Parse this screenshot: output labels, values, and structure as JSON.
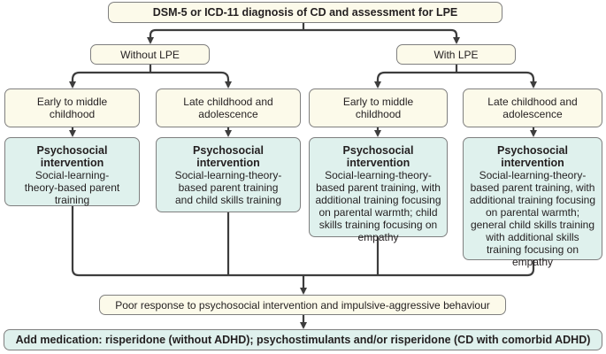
{
  "diagnosis": "DSM-5 or ICD-11 diagnosis of CD and assessment for LPE",
  "branches": [
    {
      "label": "Without LPE",
      "groups": [
        {
          "age": "Early to middle childhood",
          "heading": "Psychosocial intervention",
          "body": "Social-learning-theory-based parent training"
        },
        {
          "age": "Late childhood and adolescence",
          "heading": "Psychosocial intervention",
          "body": "Social-learning-theory-based parent training and child skills training"
        }
      ]
    },
    {
      "label": "With LPE",
      "groups": [
        {
          "age": "Early to middle childhood",
          "heading": "Psychosocial intervention",
          "body": "Social-learning-theory-based parent training, with additional training focusing on parental warmth; child skills training focusing on empathy"
        },
        {
          "age": "Late childhood and adolescence",
          "heading": "Psychosocial intervention",
          "body": "Social-learning-theory-based parent training, with additional training focusing on parental warmth; general child skills training with additional skills training focusing on empathy"
        }
      ]
    }
  ],
  "poor_response": "Poor response to psychosocial intervention and impulsive-aggressive behaviour",
  "medication": "Add medication: risperidone (without ADHD); psychostimulants and/or risperidone (CD with comorbid ADHD)",
  "colors": {
    "cream": "#fcfaea",
    "teal": "#dff1ed",
    "border": "#7f7f7f",
    "connector": "#3d3d3d"
  }
}
